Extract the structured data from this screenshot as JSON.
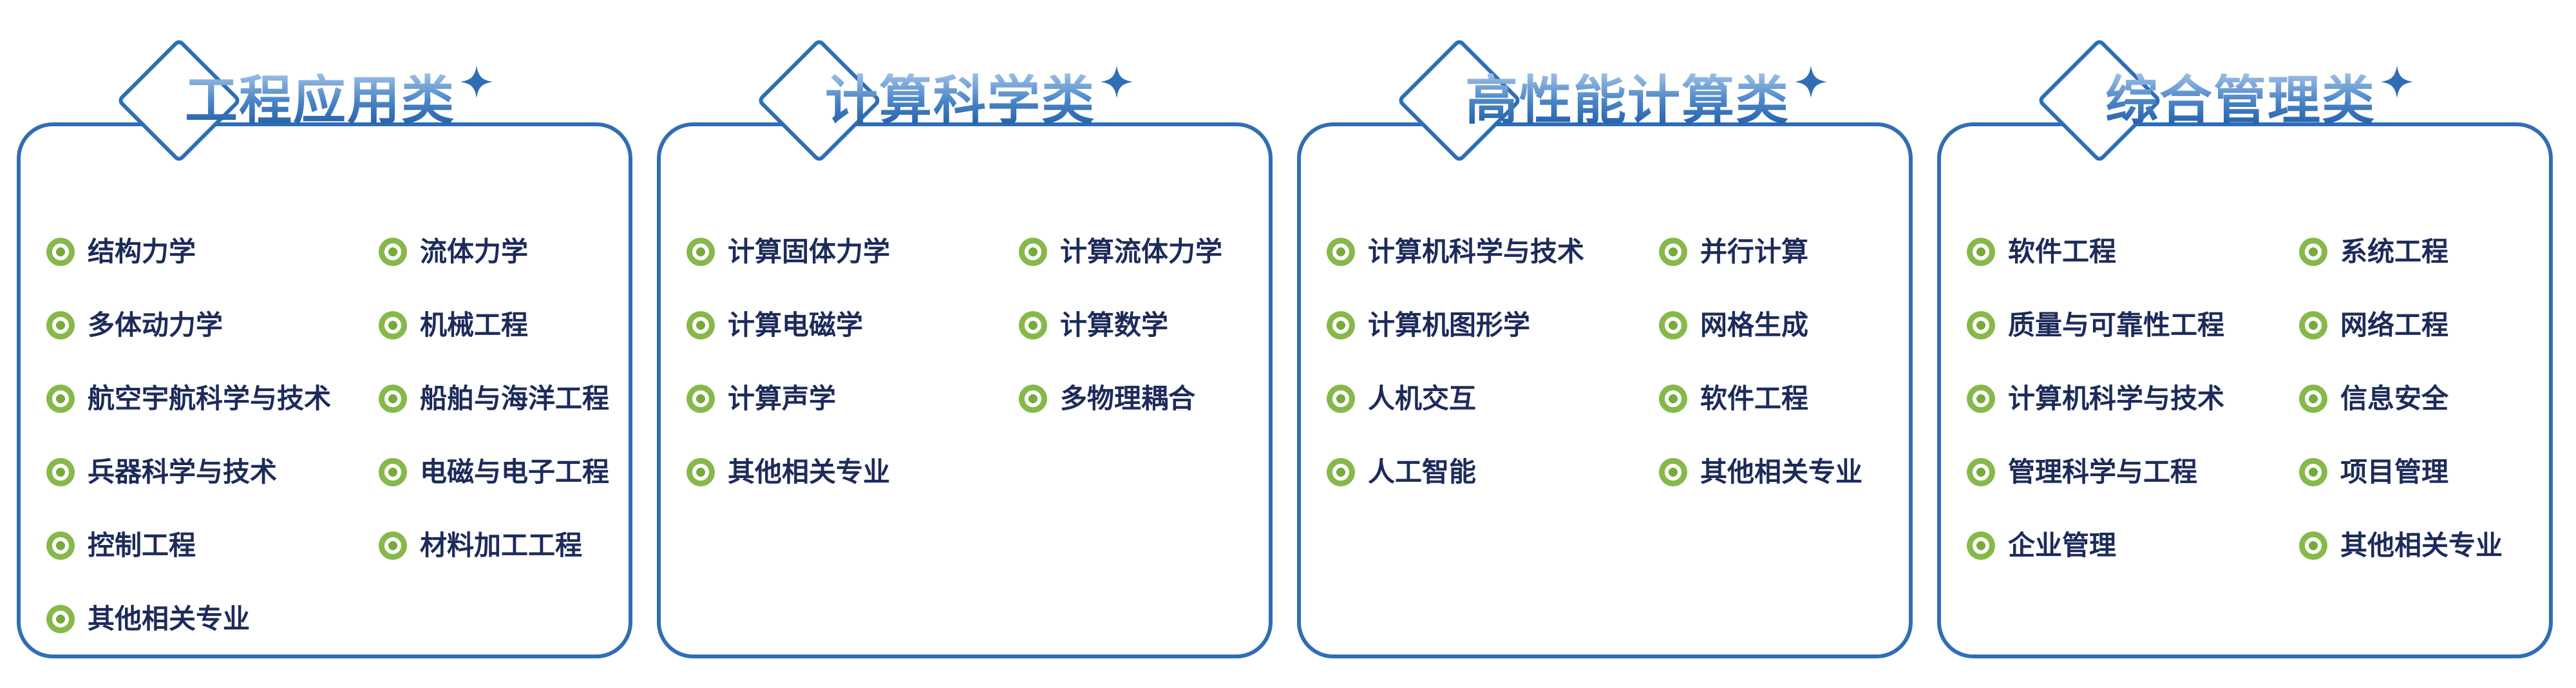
{
  "colors": {
    "card_border_blue": "#2f6eb5",
    "title_gradient_top": "#9dbfe6",
    "title_gradient_bottom": "#1f5ba3",
    "item_text_navy": "#1c2b5a",
    "bullet_green": "#86b84a",
    "star_blue": "#2f6eb5",
    "background": "#ffffff"
  },
  "panels": [
    {
      "title": "工程应用类",
      "columns": {
        "left": [
          "结构力学",
          "多体动力学",
          "航空宇航科学与技术",
          "兵器科学与技术",
          "控制工程",
          "其他相关专业"
        ],
        "right": [
          "流体力学",
          "机械工程",
          "船舶与海洋工程",
          "电磁与电子工程",
          "材料加工工程"
        ]
      }
    },
    {
      "title": "计算科学类",
      "columns": {
        "left": [
          "计算固体力学",
          "计算电磁学",
          "计算声学",
          "其他相关专业"
        ],
        "right": [
          "计算流体力学",
          "计算数学",
          "多物理耦合"
        ]
      }
    },
    {
      "title": "高性能计算类",
      "columns": {
        "left": [
          "计算机科学与技术",
          "计算机图形学",
          "人机交互",
          "人工智能"
        ],
        "right": [
          "并行计算",
          "网格生成",
          "软件工程",
          "其他相关专业"
        ]
      }
    },
    {
      "title": "综合管理类",
      "columns": {
        "left": [
          "软件工程",
          "质量与可靠性工程",
          "计算机科学与技术",
          "管理科学与工程",
          "企业管理"
        ],
        "right": [
          "系统工程",
          "网络工程",
          "信息安全",
          "项目管理",
          "其他相关专业"
        ]
      }
    }
  ]
}
